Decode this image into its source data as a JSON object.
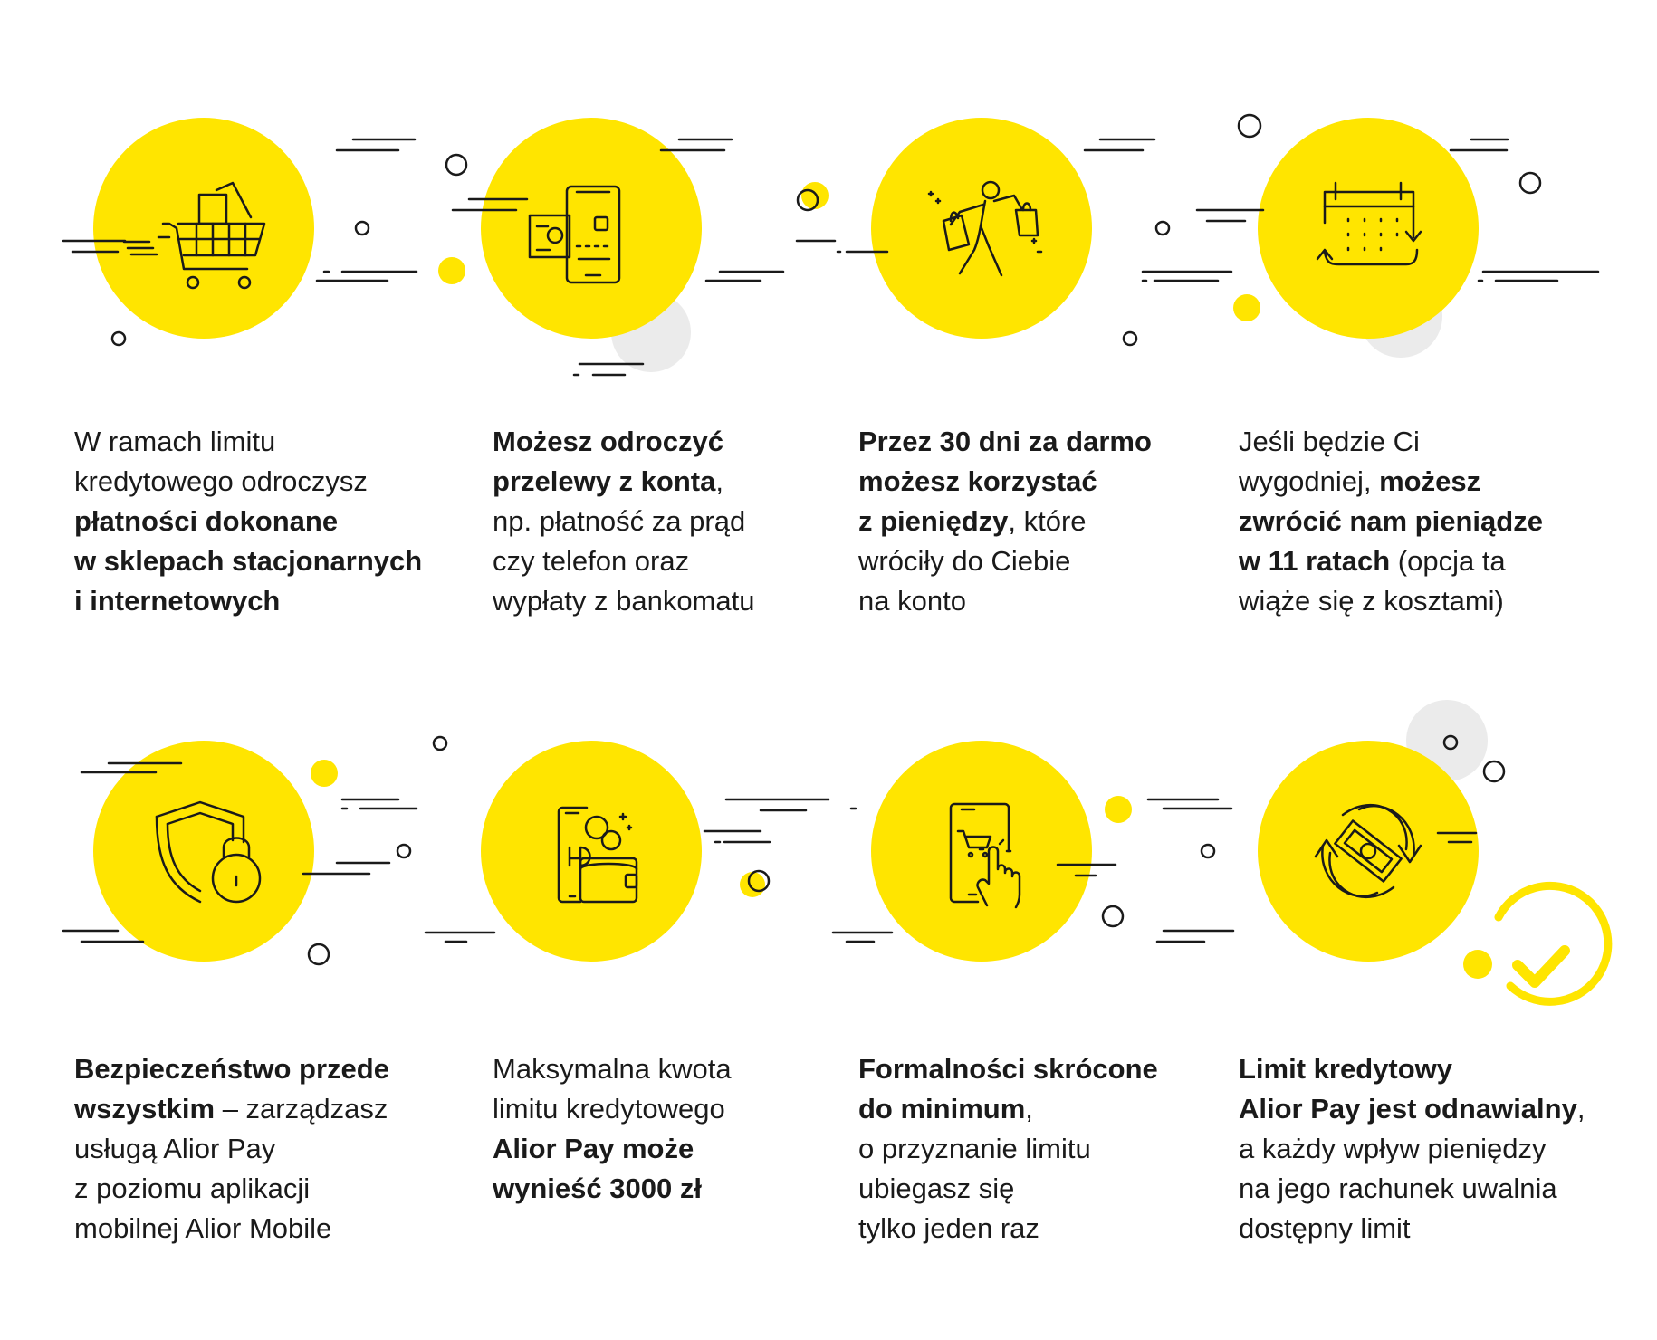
{
  "colors": {
    "accent": "#FFE500",
    "ink": "#1a1a1a",
    "decor_gray": "#EBEBEB"
  },
  "features": [
    {
      "icon": "shopping-cart-icon",
      "parts": [
        {
          "text": "W ramach limitu",
          "bold": false
        },
        {
          "br": true
        },
        {
          "text": "kredytowego odroczysz",
          "bold": false
        },
        {
          "br": true
        },
        {
          "text": "płatności dokonane",
          "bold": true
        },
        {
          "br": true
        },
        {
          "text": "w sklepach stacjonarnych",
          "bold": true
        },
        {
          "br": true
        },
        {
          "text": "i internetowych",
          "bold": true
        }
      ]
    },
    {
      "icon": "phone-payment-icon",
      "parts": [
        {
          "text": "Możesz odroczyć",
          "bold": true
        },
        {
          "br": true
        },
        {
          "text": "przelewy z konta",
          "bold": true
        },
        {
          "text": ",",
          "bold": false
        },
        {
          "br": true
        },
        {
          "text": "np. płatność za prąd",
          "bold": false
        },
        {
          "br": true
        },
        {
          "text": "czy telefon oraz",
          "bold": false
        },
        {
          "br": true
        },
        {
          "text": "wypłaty z bankomatu",
          "bold": false
        }
      ]
    },
    {
      "icon": "happy-shopper-icon",
      "parts": [
        {
          "text": "Przez 30 dni za darmo",
          "bold": true
        },
        {
          "br": true
        },
        {
          "text": "możesz korzystać",
          "bold": true
        },
        {
          "br": true
        },
        {
          "text": "z pieniędzy",
          "bold": true
        },
        {
          "text": ", które",
          "bold": false
        },
        {
          "br": true
        },
        {
          "text": "wróciły do Ciebie",
          "bold": false
        },
        {
          "br": true
        },
        {
          "text": "na konto",
          "bold": false
        }
      ]
    },
    {
      "icon": "calendar-cycle-icon",
      "parts": [
        {
          "text": "Jeśli będzie Ci",
          "bold": false
        },
        {
          "br": true
        },
        {
          "text": "wygodniej, ",
          "bold": false
        },
        {
          "text": "możesz",
          "bold": true
        },
        {
          "br": true
        },
        {
          "text": "zwrócić nam pieniądze",
          "bold": true
        },
        {
          "br": true
        },
        {
          "text": "w 11 ratach",
          "bold": true
        },
        {
          "text": " (opcja ta",
          "bold": false
        },
        {
          "br": true
        },
        {
          "text": "wiąże się z kosztami)",
          "bold": false
        }
      ]
    },
    {
      "icon": "shield-lock-icon",
      "parts": [
        {
          "text": "Bezpieczeństwo przede",
          "bold": true
        },
        {
          "br": true
        },
        {
          "text": "wszystkim",
          "bold": true
        },
        {
          "text": " – zarządzasz",
          "bold": false
        },
        {
          "br": true
        },
        {
          "text": "usługą Alior Pay",
          "bold": false
        },
        {
          "br": true
        },
        {
          "text": "z poziomu aplikacji",
          "bold": false
        },
        {
          "br": true
        },
        {
          "text": "mobilnej Alior Mobile",
          "bold": false
        }
      ]
    },
    {
      "icon": "phone-wallet-icon",
      "parts": [
        {
          "text": "Maksymalna kwota",
          "bold": false
        },
        {
          "br": true
        },
        {
          "text": "limitu kredytowego",
          "bold": false
        },
        {
          "br": true
        },
        {
          "text": "Alior Pay może",
          "bold": true
        },
        {
          "br": true
        },
        {
          "text": "wynieść 3000 zł",
          "bold": true
        }
      ]
    },
    {
      "icon": "phone-tap-cart-icon",
      "parts": [
        {
          "text": "Formalności skrócone",
          "bold": true
        },
        {
          "br": true
        },
        {
          "text": "do minimum",
          "bold": true
        },
        {
          "text": ",",
          "bold": false
        },
        {
          "br": true
        },
        {
          "text": "o przyznanie limitu",
          "bold": false
        },
        {
          "br": true
        },
        {
          "text": "ubiegasz się",
          "bold": false
        },
        {
          "br": true
        },
        {
          "text": "tylko jeden raz",
          "bold": false
        }
      ]
    },
    {
      "icon": "money-renew-icon",
      "parts": [
        {
          "text": "Limit kredytowy",
          "bold": true
        },
        {
          "br": true
        },
        {
          "text": "Alior Pay jest odnawialny",
          "bold": true
        },
        {
          "text": ",",
          "bold": false
        },
        {
          "br": true
        },
        {
          "text": "a każdy wpływ pieniędzy",
          "bold": false
        },
        {
          "br": true
        },
        {
          "text": "na jego rachunek uwalnia",
          "bold": false
        },
        {
          "br": true
        },
        {
          "text": "dostępny limit",
          "bold": false
        }
      ]
    }
  ]
}
